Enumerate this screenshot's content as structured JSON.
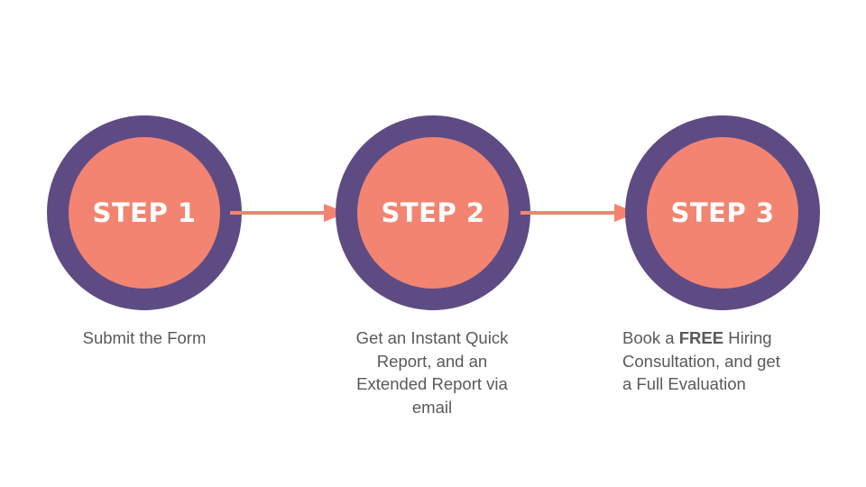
{
  "colors": {
    "outer_ring": "#5f4b83",
    "inner_circle": "#f38472",
    "arrow": "#f38472",
    "step_text": "#ffffff",
    "description_text": "#595959"
  },
  "steps": [
    {
      "label": "STEP 1",
      "description_lines": [
        "Submit the Form"
      ]
    },
    {
      "label": "STEP 2",
      "description_lines": [
        "Get an Instant Quick",
        "Report, and an",
        "Extended Report via",
        "email"
      ]
    },
    {
      "label": "STEP 3",
      "description_line1_prefix": "Book a ",
      "description_line1_bold": "FREE",
      "description_line1_suffix": " Hiring",
      "description_line2": "Consultation, and get",
      "description_line3": "a Full Evaluation"
    }
  ]
}
